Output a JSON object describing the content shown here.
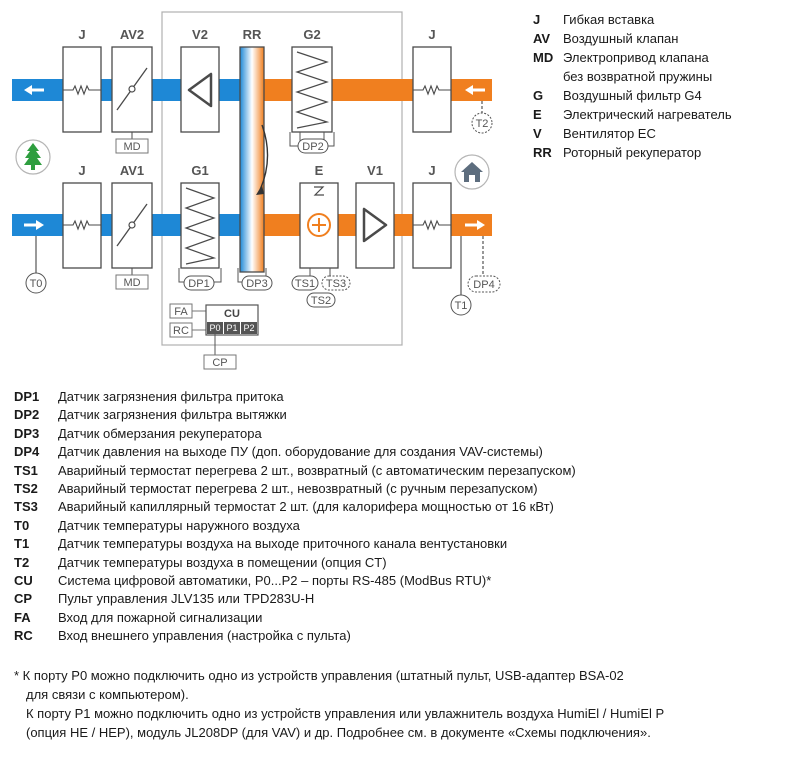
{
  "diagram": {
    "labels": {
      "J_top_left": "J",
      "AV2": "AV2",
      "V2": "V2",
      "RR": "RR",
      "G2": "G2",
      "J_top_right": "J",
      "J_bot_left": "J",
      "AV1": "AV1",
      "G1": "G1",
      "E": "E",
      "V1": "V1",
      "J_bot_right": "J"
    },
    "sensors": {
      "MD_top": "MD",
      "MD_bot": "MD",
      "T2": "T2",
      "DP2": "DP2",
      "T0": "T0",
      "DP1": "DP1",
      "DP3": "DP3",
      "TS1": "TS1",
      "TS3": "TS3",
      "TS2": "TS2",
      "DP4": "DP4",
      "T1": "T1"
    },
    "control": {
      "FA": "FA",
      "RC": "RC",
      "CU": "CU",
      "P0": "P0",
      "P1": "P1",
      "P2": "P2",
      "CP": "CP"
    },
    "colors": {
      "exhaust_blue": "#1e88d6",
      "supply_orange": "#f07f1f",
      "box_stroke": "#4a4a4a",
      "dark_gray": "#555555",
      "eco_green": "#2e9e3f",
      "house_bg": "#5d6d7e"
    }
  },
  "legend_top": [
    {
      "code": "J",
      "text": "Гибкая вставка"
    },
    {
      "code": "AV",
      "text": "Воздушный клапан"
    },
    {
      "code": "MD",
      "text": "Электропривод клапана"
    },
    {
      "code": "",
      "text": "без возвратной пружины"
    },
    {
      "code": "G",
      "text": "Воздушный фильтр G4"
    },
    {
      "code": "E",
      "text": "Электрический нагреватель"
    },
    {
      "code": "V",
      "text": "Вентилятор EC"
    },
    {
      "code": "RR",
      "text": "Роторный рекуператор"
    }
  ],
  "legend_bottom": [
    {
      "code": "DP1",
      "text": "Датчик загрязнения фильтра притока"
    },
    {
      "code": "DP2",
      "text": "Датчик загрязнения фильтра вытяжки"
    },
    {
      "code": "DP3",
      "text": "Датчик  обмерзания рекуператора"
    },
    {
      "code": "DP4",
      "text": "Датчик давления на выходе ПУ (доп. оборудование для создания VAV-системы)"
    },
    {
      "code": "TS1",
      "text": "Аварийный термостат перегрева 2 шт., возвратный (с автоматическим перезапуском)"
    },
    {
      "code": "TS2",
      "text": "Аварийный термостат перегрева 2 шт., невозвратный (с ручным перезапуском)"
    },
    {
      "code": "TS3",
      "text": "Аварийный капиллярный термостат 2 шт. (для калорифера мощностью от 16 кВт)"
    },
    {
      "code": "T0",
      "text": "Датчик температуры наружного воздуха"
    },
    {
      "code": "T1",
      "text": "Датчик температуры воздуха на выходе приточного канала вентустановки"
    },
    {
      "code": "T2",
      "text": "Датчик температуры воздуха в помещении (опция CT)"
    },
    {
      "code": "CU",
      "text": "Система цифровой автоматики, P0...P2 – порты RS-485 (ModBus RTU)*"
    },
    {
      "code": "CP",
      "text": "Пульт управления JLV135 или TPD283U-H"
    },
    {
      "code": "FA",
      "text": "Вход для пожарной сигнализации"
    },
    {
      "code": "RC",
      "text": "Вход внешнего управления (настройка с пульта)"
    }
  ],
  "footnote": [
    "* К порту P0 можно подключить одно из устройств управления (штатный пульт, USB-адаптер BSA-02",
    "для связи с компьютером).",
    "К порту P1 можно подключить одно из устройств управления или увлажнитель воздуха HumiEl /  HumiEl P",
    "(опция HE / HEP), модуль JL208DP (для VAV) и др. Подробнее см. в документе «Схемы подключения»."
  ]
}
